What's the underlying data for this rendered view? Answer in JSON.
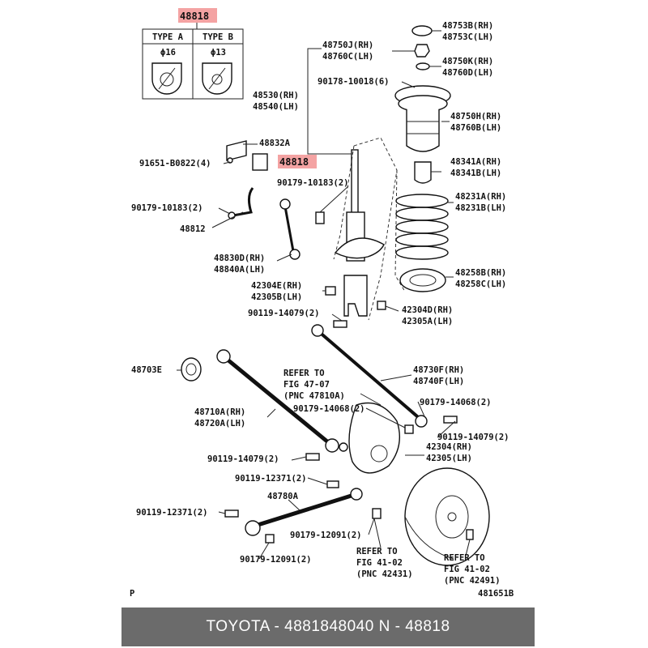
{
  "header_part_no": "48818",
  "type_table": {
    "col_a": "TYPE A",
    "col_b": "TYPE B",
    "dia_a": "ϕ16",
    "dia_b": "ϕ13"
  },
  "labels": {
    "l1": "48753B(RH)",
    "l2": "48753C(LH)",
    "l3": "48750J(RH)",
    "l4": "48760C(LH)",
    "l5": "48750K(RH)",
    "l6": "48760D(LH)",
    "l7": "90178-10018(6)",
    "l8": "48530(RH)",
    "l9": "48540(LH)",
    "l10": "48750H(RH)",
    "l11": "48760B(LH)",
    "l12": "48832A",
    "l13": "91651-B0822(4)",
    "l14": "48818",
    "l15": "48341A(RH)",
    "l16": "48341B(LH)",
    "l17": "90179-10183(2)",
    "l18": "90179-10183(2)",
    "l19": "48231A(RH)",
    "l20": "48231B(LH)",
    "l21": "48812",
    "l22": "48830D(RH)",
    "l23": "48840A(LH)",
    "l24": "48258B(RH)",
    "l25": "48258C(LH)",
    "l26": "42304E(RH)",
    "l27": "42305B(LH)",
    "l28": "42304D(RH)",
    "l29": "42305A(LH)",
    "l30": "90119-14079(2)",
    "l31": "48703E",
    "l32": "REFER TO",
    "l33": "FIG 47-07",
    "l34": "(PNC 47810A)",
    "l35": "48730F(RH)",
    "l36": "48740F(LH)",
    "l37": "90179-14068(2)",
    "l38": "90179-14068(2)",
    "l39": "48710A(RH)",
    "l40": "48720A(LH)",
    "l41": "90119-14079(2)",
    "l42": "42304(RH)",
    "l43": "42305(LH)",
    "l44": "90119-14079(2)",
    "l45": "90119-12371(2)",
    "l46": "48780A",
    "l47": "90119-12371(2)",
    "l48": "90179-12091(2)",
    "l49": "90179-12091(2)",
    "l50": "REFER TO",
    "l51": "FIG 41-02",
    "l52": "(PNC 42431)",
    "l53": "REFER TO",
    "l54": "FIG 41-02",
    "l55": "(PNC 42491)",
    "l56": "P",
    "l57": "481651B"
  },
  "footer": {
    "text": "TOYOTA - 4881848040      N - 48818"
  },
  "colors": {
    "highlight": "#f4a3a3",
    "footer_bg": "#6b6b6b"
  }
}
